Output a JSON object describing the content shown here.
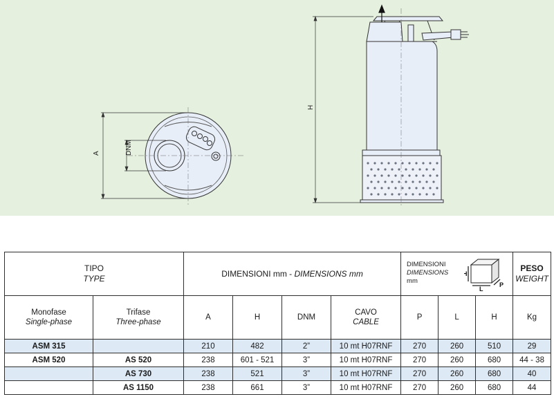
{
  "drawing": {
    "label_a": "A",
    "label_dnm": "DNM",
    "label_h": "H"
  },
  "table": {
    "header": {
      "tipo": "TIPO",
      "type": "TYPE",
      "dimensioni": "DIMENSIONI mm - ",
      "dimensions": "DIMENSIONS mm",
      "box_dimensioni": "DIMENSIONI",
      "box_dimensions": "DIMENSIONS",
      "box_mm": "mm",
      "box_h": "H",
      "box_l": "L",
      "box_p": "P",
      "peso": "PESO",
      "weight": "WEIGHT"
    },
    "subheader": {
      "monofase": "Monofase",
      "single_phase": "Single-phase",
      "trifase": "Trifase",
      "three_phase": "Three-phase",
      "a": "A",
      "h": "H",
      "dnm": "DNM",
      "cavo": "CAVO",
      "cable": "CABLE",
      "p": "P",
      "l": "L",
      "h2": "H",
      "kg": "Kg"
    },
    "rows": [
      {
        "mono": "ASM 315",
        "tri": "",
        "a": "210",
        "h": "482",
        "dnm": "2”",
        "cavo": "10 mt H07RNF",
        "p": "270",
        "l": "260",
        "h2": "510",
        "kg": "29"
      },
      {
        "mono": "ASM 520",
        "tri": "AS 520",
        "a": "238",
        "h": "601 - 521",
        "dnm": "3”",
        "cavo": "10 mt H07RNF",
        "p": "270",
        "l": "260",
        "h2": "680",
        "kg": "44 - 38"
      },
      {
        "mono": "",
        "tri": "AS 730",
        "a": "238",
        "h": "521",
        "dnm": "3”",
        "cavo": "10 mt H07RNF",
        "p": "270",
        "l": "260",
        "h2": "680",
        "kg": "40"
      },
      {
        "mono": "",
        "tri": "AS 1150",
        "a": "238",
        "h": "661",
        "dnm": "3”",
        "cavo": "10 mt H07RNF",
        "p": "270",
        "l": "260",
        "h2": "680",
        "kg": "44"
      }
    ]
  },
  "colors": {
    "panel_bg": "#e5f0df",
    "pump_body": "#e8eef8",
    "row_shade": "#dde9f5"
  }
}
